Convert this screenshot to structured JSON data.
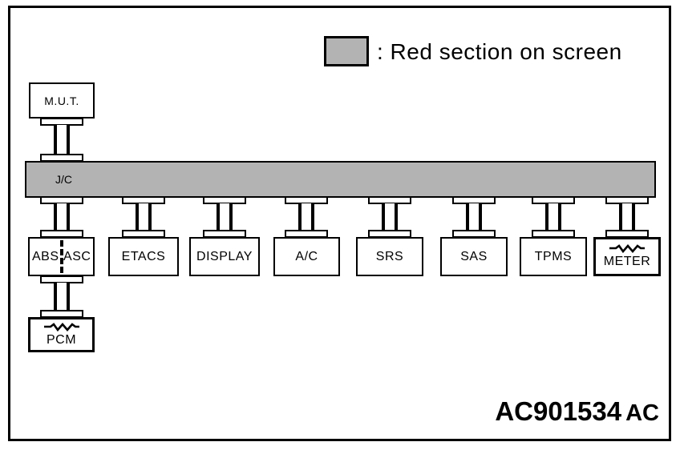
{
  "colors": {
    "highlight_gray": "#b3b3b3",
    "line": "#000000",
    "background": "#ffffff"
  },
  "legend": {
    "swatch_meaning": ": Red section on screen"
  },
  "bus": {
    "label": "J/C"
  },
  "tool": {
    "label": "M.U.T."
  },
  "modules": [
    {
      "id": "abs-asc",
      "label_left": "ABS",
      "label_right": "ASC",
      "highlighted": false
    },
    {
      "id": "etacs",
      "label": "ETACS",
      "highlighted": false
    },
    {
      "id": "display",
      "label": "DISPLAY",
      "highlighted": false
    },
    {
      "id": "ac",
      "label": "A/C",
      "highlighted": false
    },
    {
      "id": "srs",
      "label": "SRS",
      "highlighted": false
    },
    {
      "id": "sas",
      "label": "SAS",
      "highlighted": false
    },
    {
      "id": "tpms",
      "label": "TPMS",
      "highlighted": false
    },
    {
      "id": "meter",
      "label": "METER",
      "highlighted": true
    }
  ],
  "pcm": {
    "label": "PCM",
    "highlighted": true
  },
  "figure_code": {
    "main": "AC901534",
    "suffix": "AC"
  }
}
